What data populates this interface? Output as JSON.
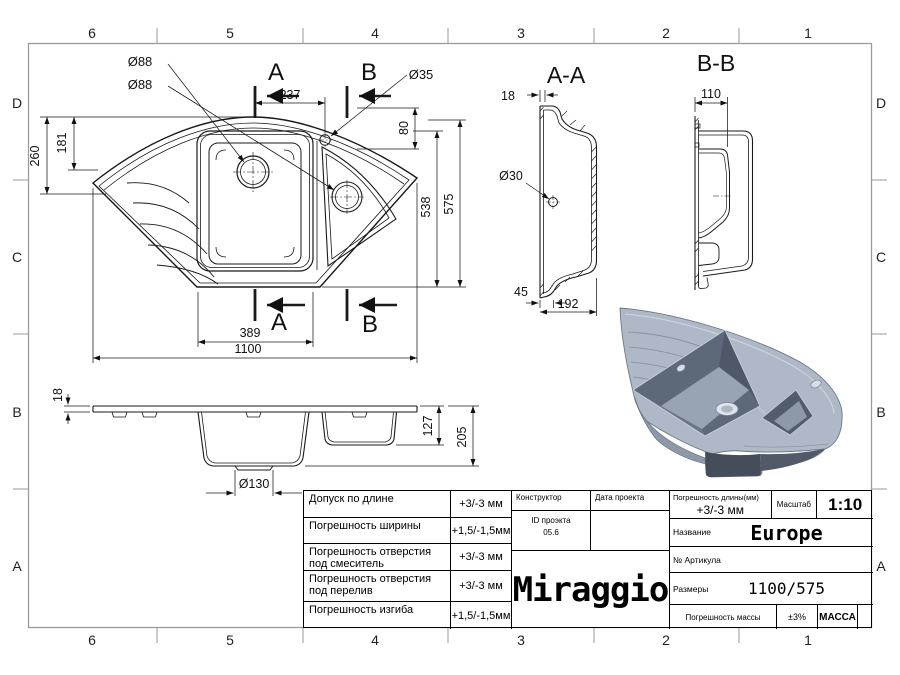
{
  "frame": {
    "top_labels": [
      "6",
      "5",
      "4",
      "3",
      "2",
      "1"
    ],
    "bottom_labels": [
      "6",
      "5",
      "4",
      "3",
      "2",
      "1"
    ],
    "left_labels": [
      "D",
      "C",
      "B",
      "A"
    ],
    "right_labels": [
      "D",
      "C",
      "B",
      "A"
    ]
  },
  "top_view": {
    "dia_main_drain": "Ø88",
    "dia_small_drain": "Ø88",
    "dia_tap_hole": "Ø35",
    "dim_237": "237",
    "dim_80": "80",
    "dim_181": "181",
    "dim_260": "260",
    "dim_538": "538",
    "dim_575": "575",
    "dim_389": "389",
    "dim_1100": "1100",
    "section_a": "A",
    "section_b": "B"
  },
  "side_view": {
    "dim_18": "18",
    "dim_127": "127",
    "dim_205": "205",
    "dia_drain_recess": "Ø130"
  },
  "section_aa": {
    "title": "A-A",
    "dim_18": "18",
    "dia_overflow": "Ø30",
    "dim_45": "45",
    "dim_192": "192"
  },
  "section_bb": {
    "title": "B-B",
    "dim_110": "110"
  },
  "title_block": {
    "tolerances": [
      {
        "label": "Допуск по длине",
        "value": "+3/-3 мм"
      },
      {
        "label": "Погрешность ширины",
        "value": "+1,5/-1,5мм"
      },
      {
        "label": "Погрешность отверстия под смеситель",
        "value": "+3/-3 мм"
      },
      {
        "label": "Погрешность отверстия под перелив",
        "value": "+3/-3 мм"
      },
      {
        "label": "Погрешность изгиба",
        "value": "+1,5/-1,5мм"
      }
    ],
    "constructor_label": "Конструктор",
    "date_label": "Дата проекта",
    "project_id_line1": "ID проэкта",
    "project_id_line2": "05.6",
    "logo": "Miraggio",
    "length_tol_label": "Погрешность длины(мм)",
    "length_tol_value": "+3/-3 мм",
    "scale_label": "Масштаб",
    "scale_value": "1:10",
    "name_label": "Название",
    "name_value": "Europe",
    "article_label": "№ Артикула",
    "size_label": "Размеры",
    "size_value": "1100/575",
    "mass_tol_label": "Погрешность массы",
    "mass_tol_value": "±3%",
    "mass_label": "МАССА"
  },
  "colors": {
    "line": "#1a1a1a",
    "frame": "#9a9a9a",
    "render_body": "#aeb8c6",
    "render_wall_dark": "#5a6475",
    "render_base": "#8d98a9",
    "render_deep": "#454c5a"
  }
}
